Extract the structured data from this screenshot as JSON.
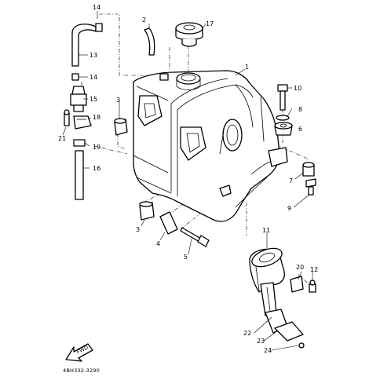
{
  "diagram": {
    "part_code": "4BH332-3290",
    "fwd_label": "FWD",
    "callouts": [
      {
        "id": "c1",
        "label": "1"
      },
      {
        "id": "c2",
        "label": "2"
      },
      {
        "id": "c3a",
        "label": "3"
      },
      {
        "id": "c3b",
        "label": "3"
      },
      {
        "id": "c4",
        "label": "4"
      },
      {
        "id": "c5",
        "label": "5"
      },
      {
        "id": "c6",
        "label": "6"
      },
      {
        "id": "c7",
        "label": "7"
      },
      {
        "id": "c8",
        "label": "8"
      },
      {
        "id": "c9",
        "label": "9"
      },
      {
        "id": "c10",
        "label": "10"
      },
      {
        "id": "c11",
        "label": "11"
      },
      {
        "id": "c12",
        "label": "12"
      },
      {
        "id": "c13",
        "label": "13"
      },
      {
        "id": "c14a",
        "label": "14"
      },
      {
        "id": "c14b",
        "label": "14"
      },
      {
        "id": "c15",
        "label": "15"
      },
      {
        "id": "c16",
        "label": "16"
      },
      {
        "id": "c17",
        "label": "17"
      },
      {
        "id": "c18",
        "label": "18"
      },
      {
        "id": "c19",
        "label": "19"
      },
      {
        "id": "c20",
        "label": "20"
      },
      {
        "id": "c21",
        "label": "21"
      },
      {
        "id": "c22",
        "label": "22"
      },
      {
        "id": "c23",
        "label": "23"
      },
      {
        "id": "c24",
        "label": "24"
      }
    ]
  }
}
